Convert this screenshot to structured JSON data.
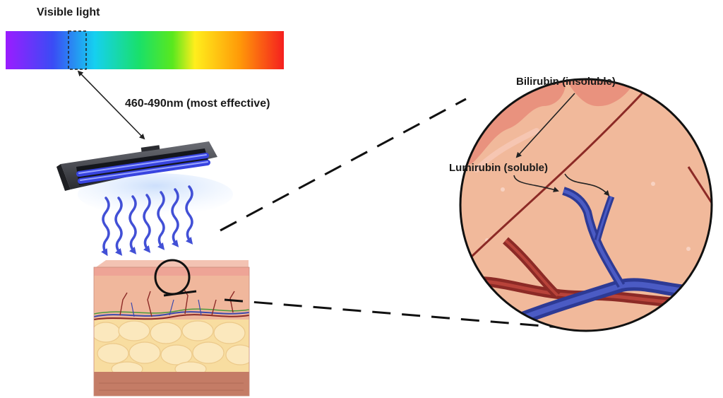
{
  "labels": {
    "spectrum_title": "Visible light",
    "wavelength": "460-490nm (most effective)",
    "bilirubin": "Bilirubin (insoluble)",
    "lumirubin": "Lumirubin (soluble)"
  },
  "colors": {
    "spectrum": [
      "#9b1cff",
      "#3a4cf5",
      "#15d0f0",
      "#19e06a",
      "#59e81e",
      "#ffee1c",
      "#ff9a08",
      "#f51f1f"
    ],
    "lamp_light": "#3844e0",
    "light_rays": "#4250d6",
    "skin_top": "#eea496",
    "fat": "#f8dda0",
    "muscle": "#c47c66",
    "tissue_bg": "#f1b99b",
    "vein": "#3b49ad",
    "artery": "#8c2a26",
    "outline": "#111111"
  }
}
